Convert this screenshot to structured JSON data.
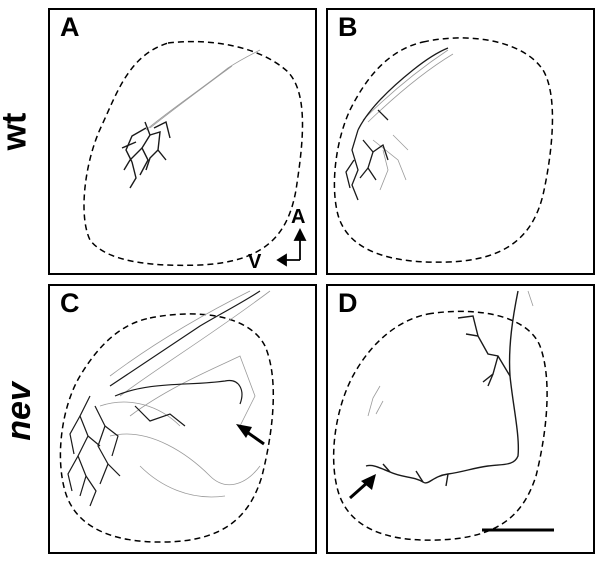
{
  "row_labels": {
    "top": "wt",
    "bottom": "nev"
  },
  "panels": [
    {
      "letter": "A"
    },
    {
      "letter": "B"
    },
    {
      "letter": "C"
    },
    {
      "letter": "D"
    }
  ],
  "orientation": {
    "vertical": "A",
    "horizontal": "V"
  },
  "colors": {
    "outline": "#000000",
    "neurite": "#1a1a1a",
    "faint_neurite": "#9a9a9a",
    "background": "#ffffff"
  },
  "icons": [
    "arrow-icon",
    "scale-bar",
    "orientation-arrows-icon"
  ]
}
